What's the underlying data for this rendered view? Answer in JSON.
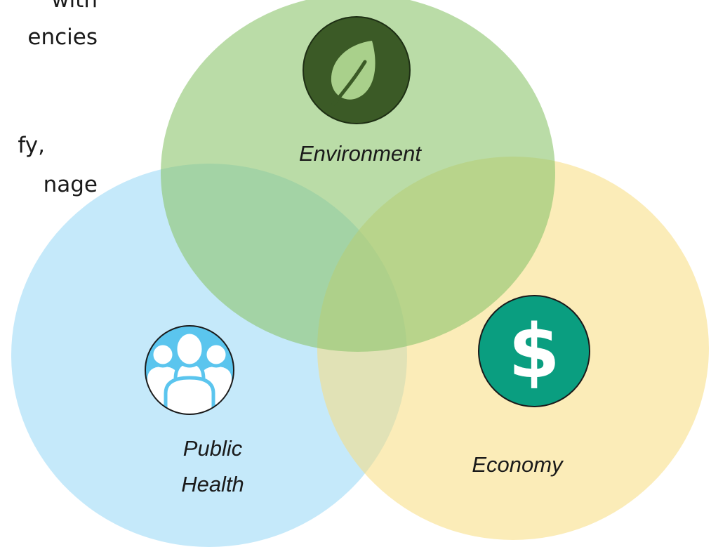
{
  "background_text": {
    "lines": [
      "with",
      "encies",
      "",
      "fy,",
      "nage"
    ]
  },
  "diagram": {
    "circles": [
      {
        "key": "environment",
        "label": "Environment",
        "color": "#a2d18a",
        "icon": "leaf-icon",
        "icon_color": "#3b5a26"
      },
      {
        "key": "public_health",
        "label_lines": [
          "Public",
          "Health"
        ],
        "color": "#b3e3fa",
        "icon": "people-icon",
        "icon_color": "#5bc5ee"
      },
      {
        "key": "economy",
        "label": "Economy",
        "color": "#fbe7a6",
        "icon": "dollar-icon",
        "icon_color": "#0a9e80"
      }
    ]
  }
}
